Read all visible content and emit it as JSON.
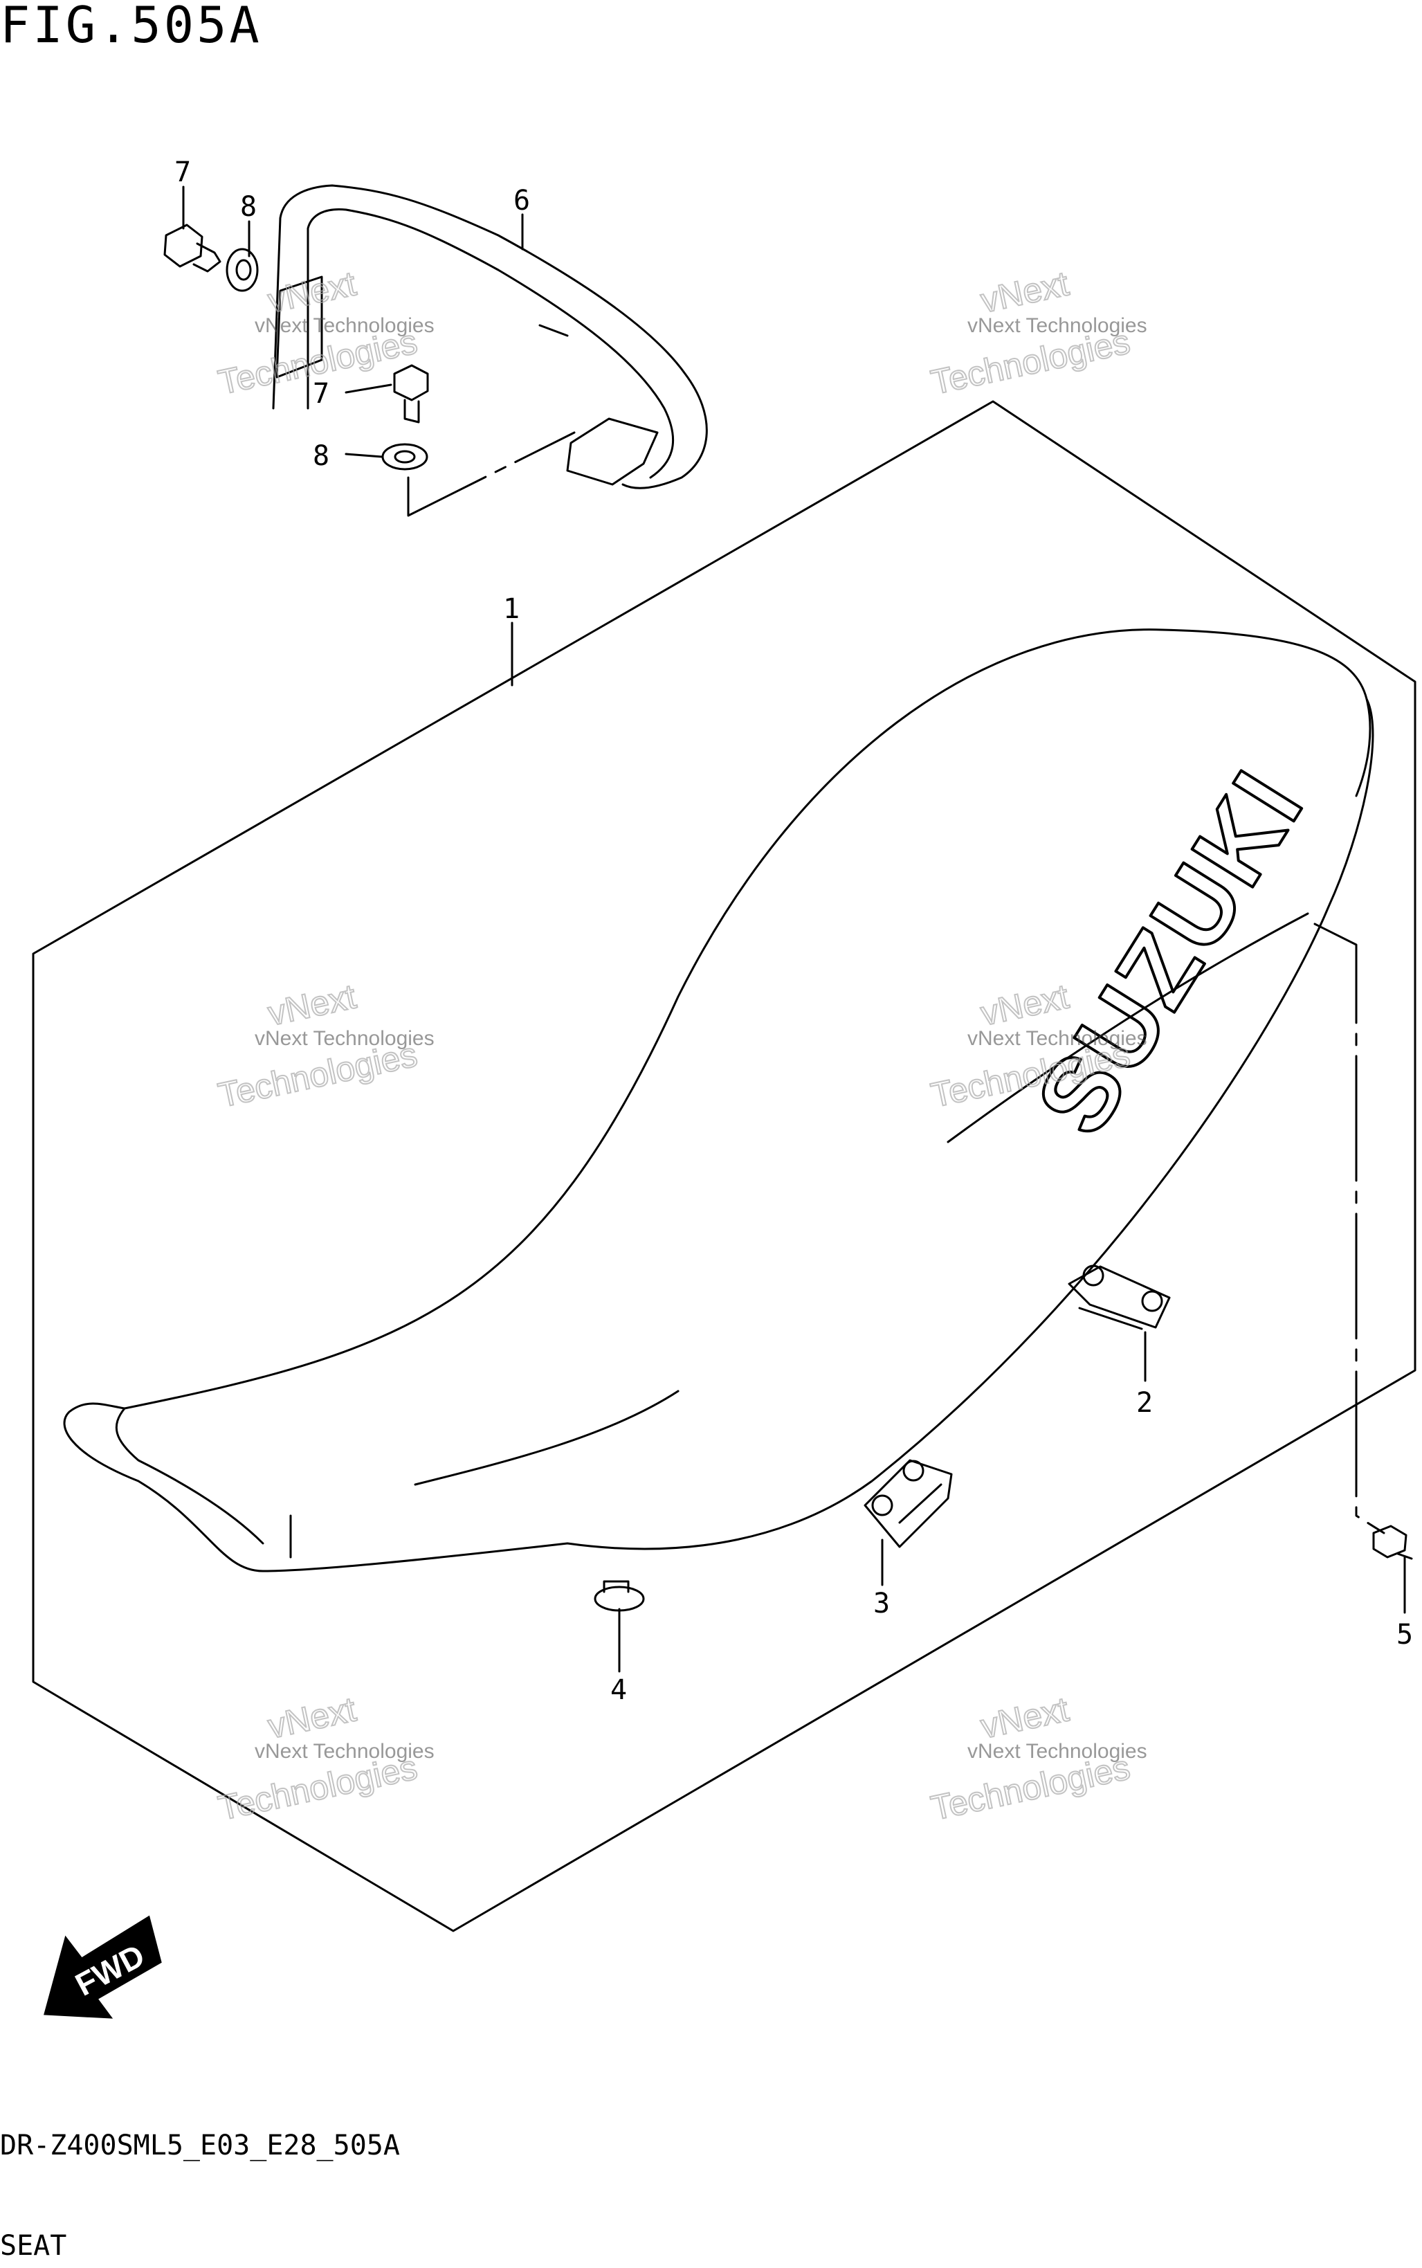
{
  "figure": {
    "title": "FIG.505A",
    "code": "DR-Z400SML5_E03_E28_505A",
    "name": "SEAT"
  },
  "callouts": {
    "c1": "1",
    "c2": "2",
    "c3": "3",
    "c4": "4",
    "c5": "5",
    "c6": "6",
    "c7a": "7",
    "c7b": "7",
    "c8a": "8",
    "c8b": "8"
  },
  "seat_brand": "SUZUKI",
  "fwd_label": "FWD",
  "watermark": {
    "line1": "vNext Technologies",
    "line2": "vNext",
    "line3": "Technologies"
  }
}
